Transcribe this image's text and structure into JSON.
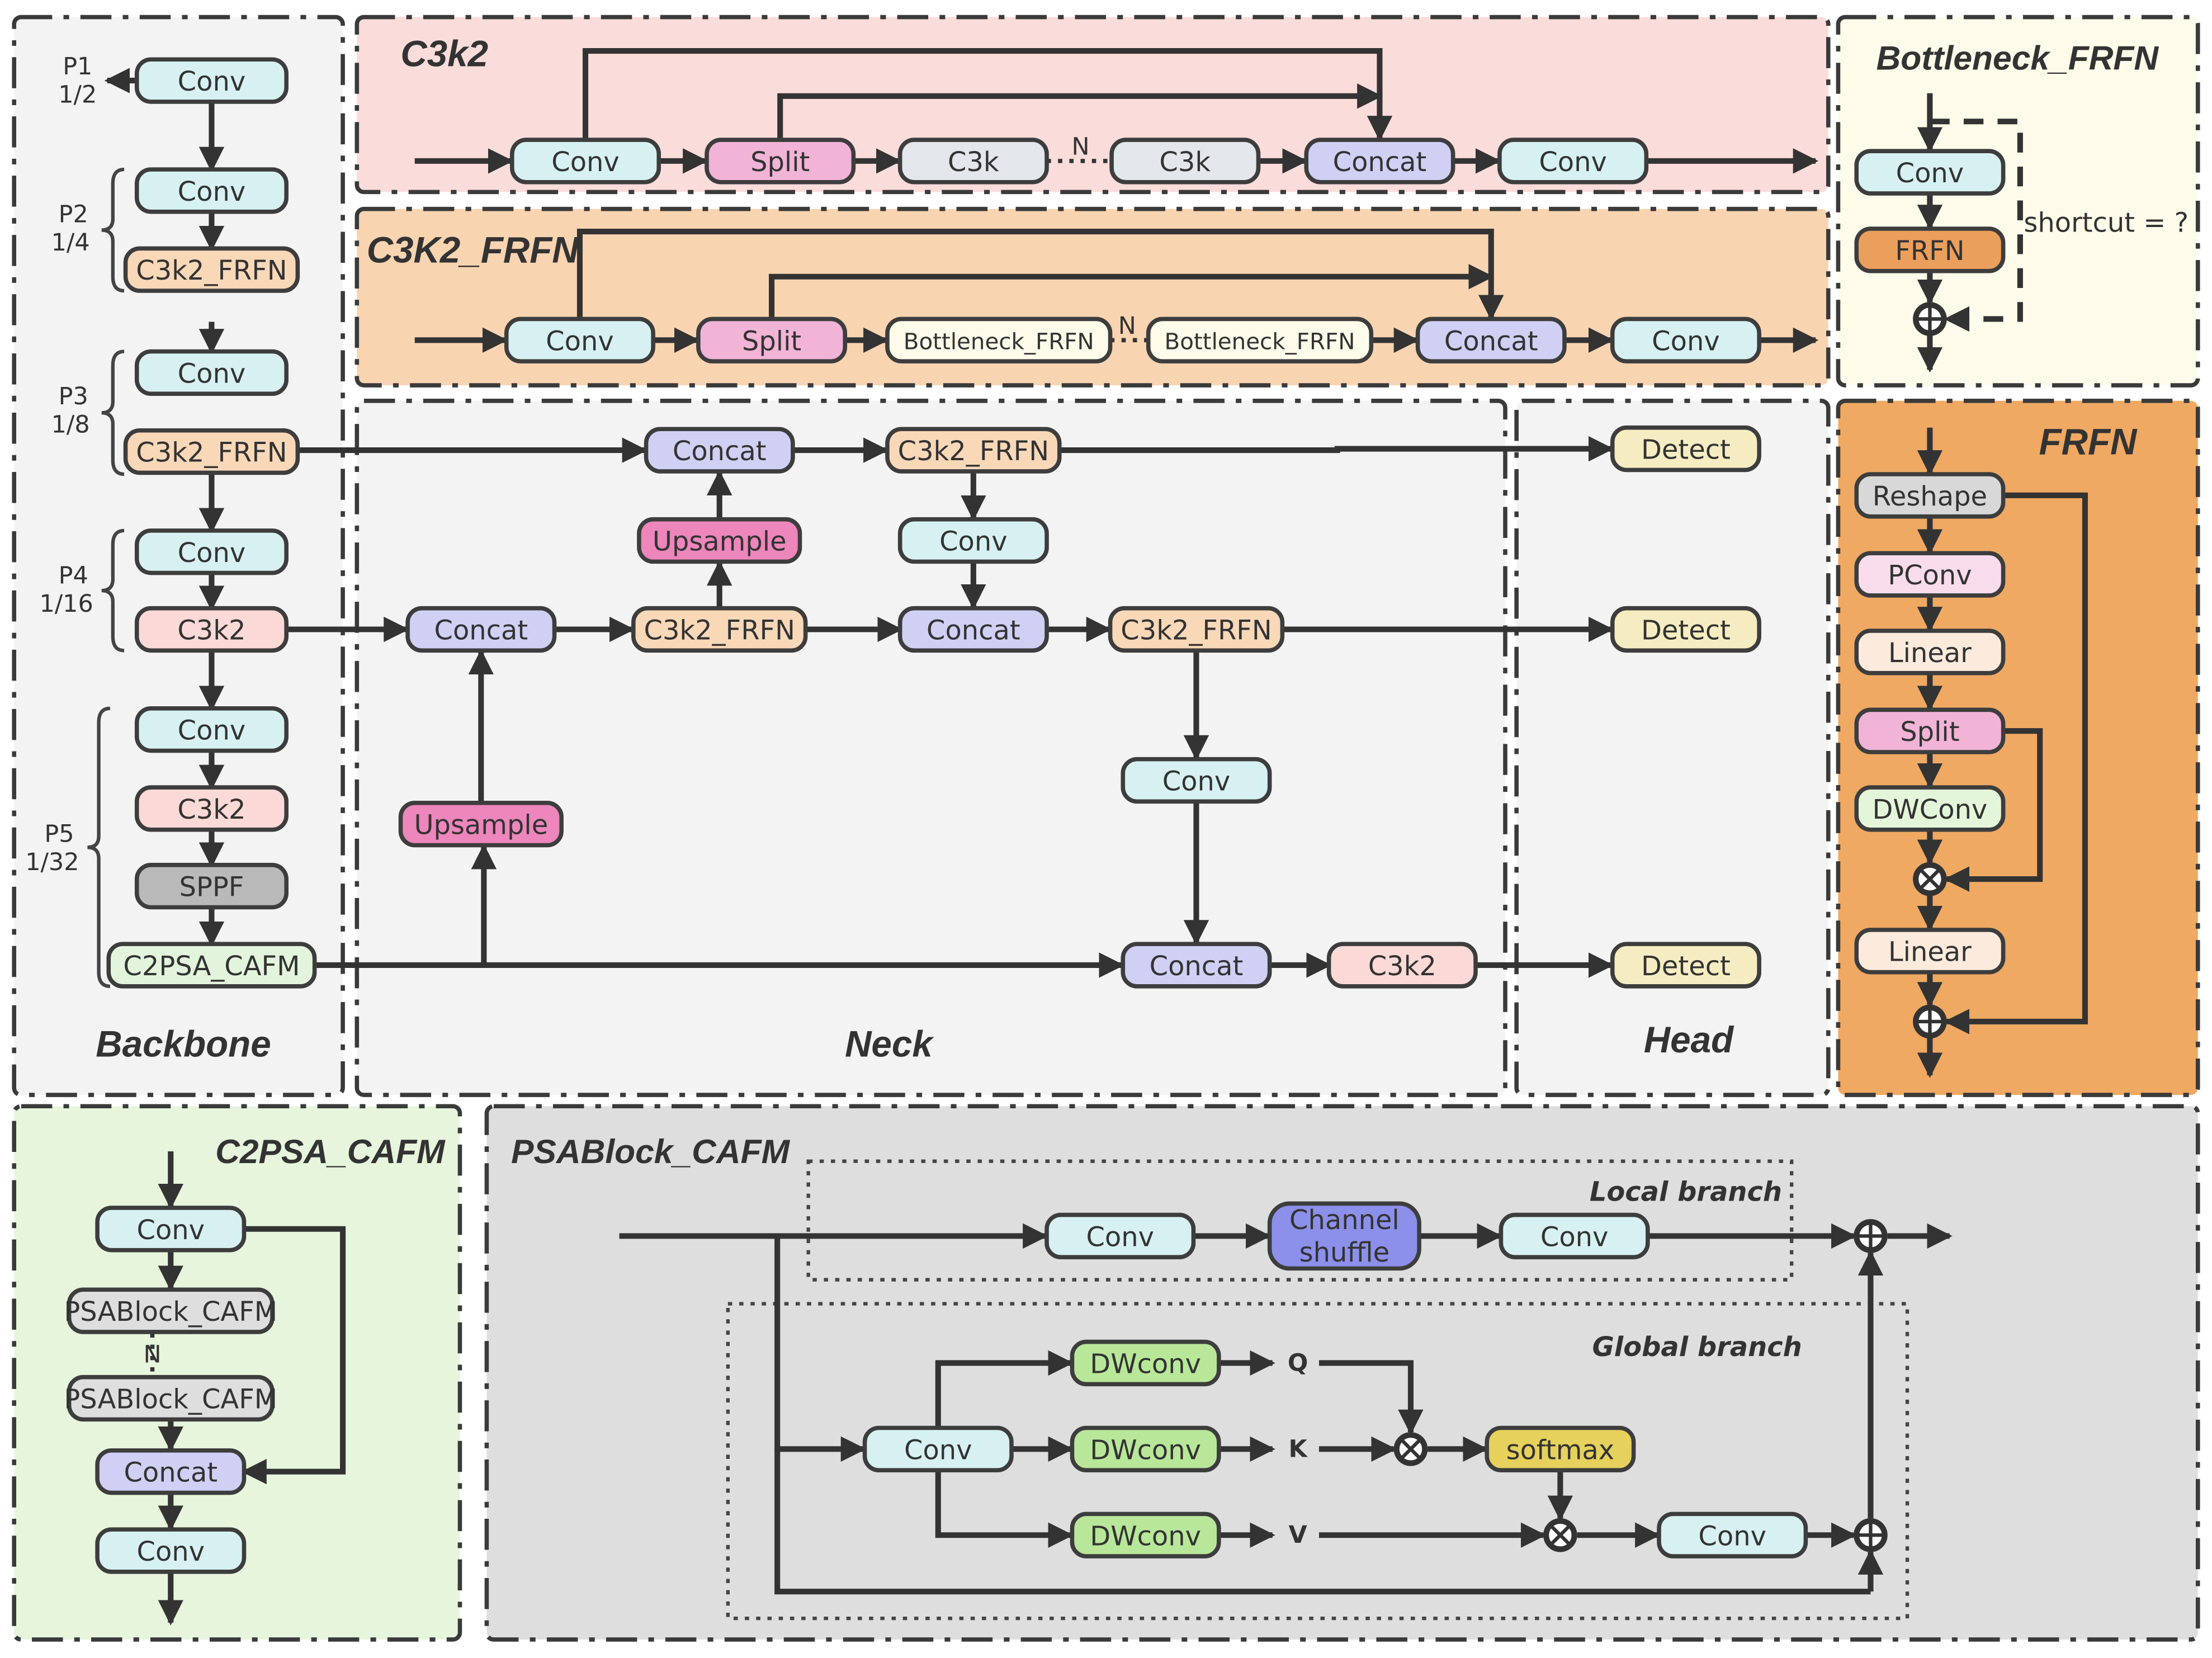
{
  "colors": {
    "conv": "#d7f1f2",
    "split": "#f1b3d6",
    "c3k": "#e3e6ea",
    "concat": "#cfd0f4",
    "c3k2_frfn": "#f9d8b8",
    "c3k2": "#fbd9d6",
    "sppf": "#b9b9b9",
    "c2psa": "#e2f5dc",
    "upsample": "#ec86bb",
    "detect": "#f5edc1",
    "bottleneck": "#fdfbe9",
    "frfn_node": "#eb9f5c",
    "reshape": "#d8d8d8",
    "pconv": "#f8dcec",
    "linear": "#fcebdc",
    "dwconv": "#e4f6d9",
    "psablock": "#dedede",
    "shuffle": "#8c90eb",
    "dwconv_g": "#b8e79a",
    "softmax": "#e6d15c",
    "panel_backbone": "#f3f3f3",
    "panel_c3k2": "#fadcda",
    "panel_c3k2frfn": "#f9d4b1",
    "panel_neck": "#f3f3f3",
    "panel_head": "#f3f3f3",
    "panel_bottleneck": "#fdfbe9",
    "panel_frfn": "#efa963",
    "panel_c2psa": "#e6f5dc",
    "panel_psablock": "#dedede"
  },
  "panels": {
    "backbone": "Backbone",
    "neck": "Neck",
    "head": "Head",
    "c3k2": "C3k2",
    "c3k2_frfn": "C3K2_FRFN",
    "bottleneck_frfn": "Bottleneck_FRFN",
    "frfn": "FRFN",
    "c2psa_cafm": "C2PSA_CAFM",
    "psablock_cafm": "PSABlock_CAFM",
    "local_branch": "Local branch",
    "global_branch": "Global branch"
  },
  "labels": {
    "p1": "P1",
    "p1_scale": "1/2",
    "p2": "P2",
    "p2_scale": "1/4",
    "p3": "P3",
    "p3_scale": "1/8",
    "p4": "P4",
    "p4_scale": "1/16",
    "p5": "P5",
    "p5_scale": "1/32",
    "repeat_n": "N",
    "shortcut": "shortcut = ?",
    "q": "Q",
    "k": "K",
    "v": "V"
  },
  "modules": {
    "conv": "Conv",
    "split": "Split",
    "c3k": "C3k",
    "concat": "Concat",
    "c3k2": "C3k2",
    "c3k2_frfn": "C3k2_FRFN",
    "sppf": "SPPF",
    "c2psa_cafm": "C2PSA_CAFM",
    "upsample": "Upsample",
    "detect": "Detect",
    "bottleneck_frfn": "Bottleneck_FRFN",
    "frfn": "FRFN",
    "reshape": "Reshape",
    "pconv": "PConv",
    "linear": "Linear",
    "dwconv_frfn": "DWConv",
    "psablock_cafm": "PSABlock_CAFM",
    "channel_shuffle_1": "Channel",
    "channel_shuffle_2": "shuffle",
    "dwconv": "DWconv",
    "softmax": "softmax"
  }
}
